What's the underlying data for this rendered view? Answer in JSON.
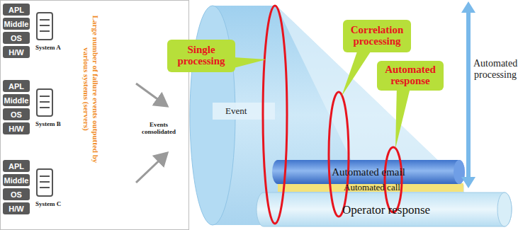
{
  "diagram": {
    "nodes": [
      {
        "text": [
          "APL"
        ]
      },
      {
        "text": [
          "Middle"
        ]
      },
      {
        "text": [
          "OS"
        ]
      },
      {
        "text": [
          "H/W"
        ]
      },
      {
        "text": [
          "APL"
        ]
      },
      {
        "text": [
          "Middle"
        ]
      },
      {
        "text": [
          "OS"
        ]
      },
      {
        "text": [
          "H/W"
        ]
      },
      {
        "text": [
          "APL"
        ]
      },
      {
        "text": [
          "Middle"
        ]
      },
      {
        "text": [
          "OS"
        ]
      },
      {
        "text": [
          "H/W"
        ]
      },
      {
        "text": [
          "Event"
        ]
      },
      {
        "text": [
          "Single processing"
        ]
      },
      {
        "text": [
          "Correlation processing"
        ]
      },
      {
        "text": [
          "Automated response"
        ]
      },
      {
        "text": [
          "Automated email"
        ]
      },
      {
        "text": [
          "Automated call"
        ]
      },
      {
        "text": [
          "Operator response"
        ]
      }
    ],
    "labels": [
      "System A",
      "System B",
      "System C",
      "Large number of failure events outputted by various systems (servers)",
      "Events consolidated",
      "Automated processing"
    ]
  }
}
